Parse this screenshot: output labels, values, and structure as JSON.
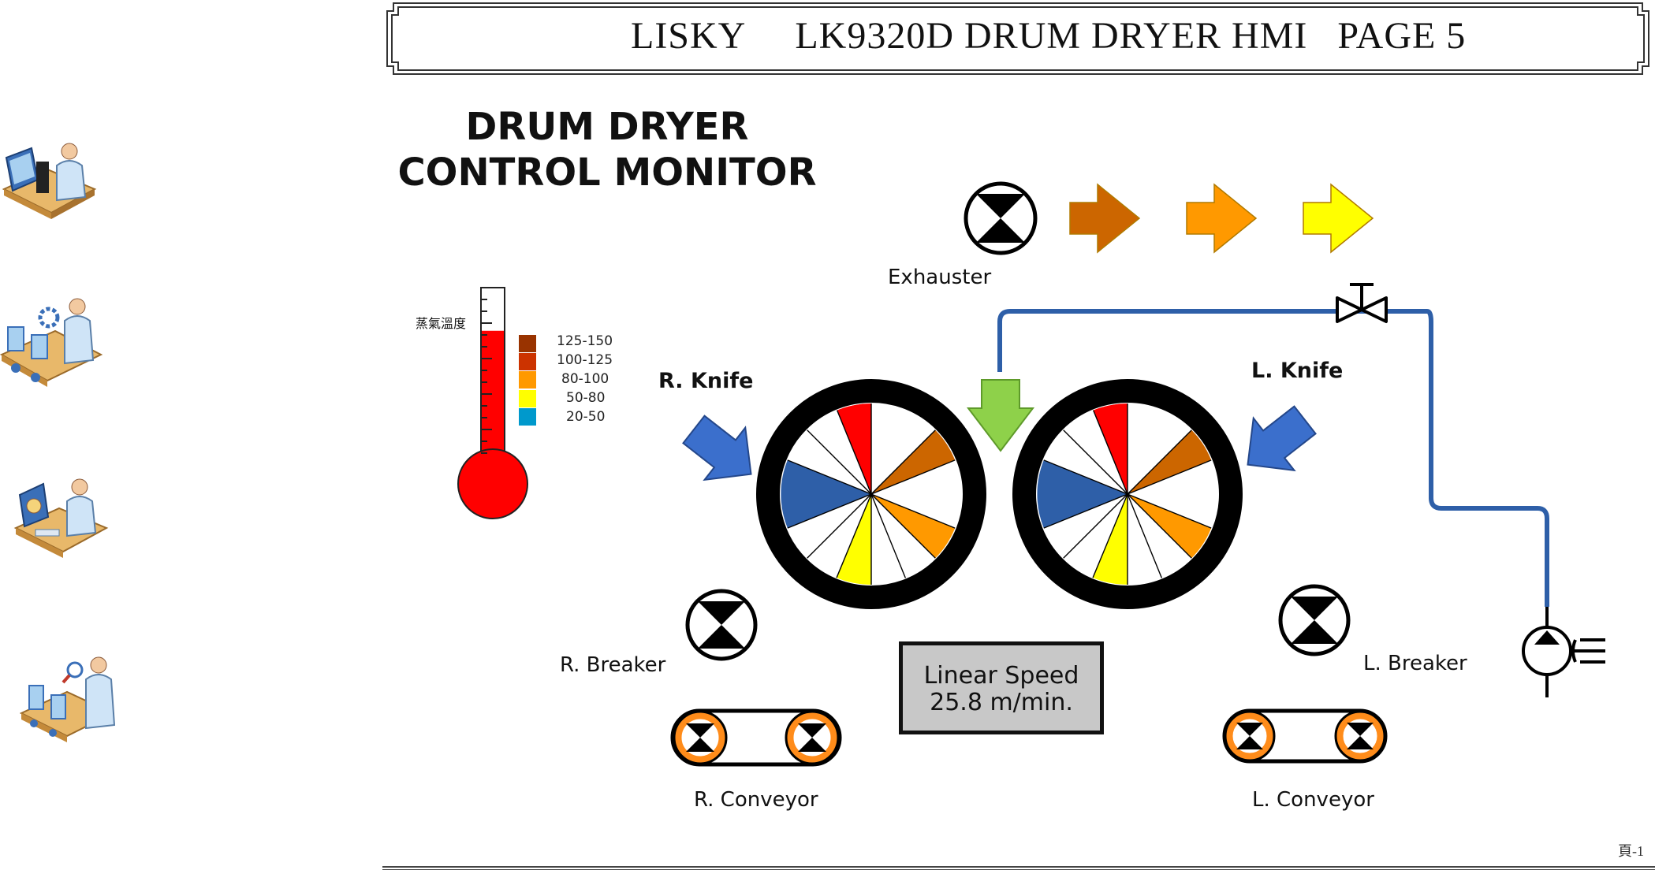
{
  "header": {
    "title": "LISKY  LK9320D DRUM DRYER HMI  PAGE 5"
  },
  "heading": {
    "line1": "DRUM DRYER",
    "line2": "CONTROL MONITOR"
  },
  "sidebar": {
    "items": [
      {
        "name": "engineer-workstation-icon"
      },
      {
        "name": "production-line-gear-icon"
      },
      {
        "name": "operator-monitor-icon"
      },
      {
        "name": "quality-inspection-icon"
      }
    ]
  },
  "thermometer": {
    "label": "蒸氣溫度",
    "fill_fraction": 0.76,
    "color": "#ff0000",
    "legend": [
      {
        "range": "125-150",
        "color": "#993300"
      },
      {
        "range": "100-125",
        "color": "#cc3300"
      },
      {
        "range": "80-100",
        "color": "#ff9900"
      },
      {
        "range": "50-80",
        "color": "#ffff00"
      },
      {
        "range": "20-50",
        "color": "#0099cc"
      }
    ]
  },
  "labels": {
    "exhauster": "Exhauster",
    "r_knife": "R. Knife",
    "l_knife": "L. Knife",
    "r_breaker": "R. Breaker",
    "l_breaker": "L. Breaker",
    "r_conveyor": "R. Conveyor",
    "l_conveyor": "L. Conveyor"
  },
  "speed": {
    "label": "Linear Speed",
    "value": "25.8 m/min."
  },
  "exhaust_arrows": [
    "#cc6600",
    "#ff9900",
    "#ffff00"
  ],
  "colors": {
    "pipe": "#2e5fa8",
    "knife_arrow": "#3b6fcc",
    "feed_arrow": "#8ed14a",
    "drum_red": "#ff0000",
    "drum_brown": "#cc6600",
    "drum_orange": "#ff9900",
    "drum_yellow": "#ffff00",
    "drum_blue": "#2e5fa8",
    "conveyor_orange": "#ff8c1a"
  },
  "footer": {
    "page_number": "頁-1"
  }
}
